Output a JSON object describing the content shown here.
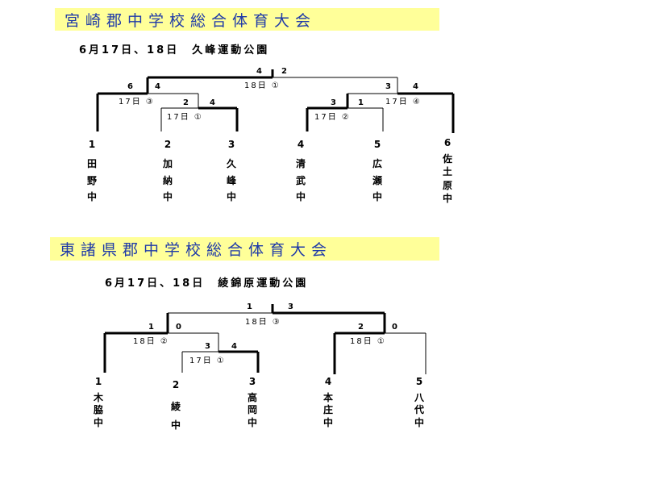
{
  "miyazaki": {
    "title": "宮崎郡中学校総合体育大会",
    "subtitle": "6月17日、18日　久峰運動公園",
    "teams": [
      {
        "num": "1",
        "name": "田\n野\n中"
      },
      {
        "num": "2",
        "name": "加\n納\n中"
      },
      {
        "num": "3",
        "name": "久\n峰\n中"
      },
      {
        "num": "4",
        "name": "清\n武\n中"
      },
      {
        "num": "5",
        "name": "広\n瀬\n中"
      },
      {
        "num": "6",
        "name": "佐\n土\n原\n中"
      }
    ],
    "scores": {
      "final_left": "4",
      "final_right": "2",
      "semi_left_a": "6",
      "semi_left_b": "4",
      "semi_right_a": "3",
      "semi_right_b": "4",
      "q1_a": "2",
      "q1_b": "4",
      "q2_a": "3",
      "q2_b": "1"
    },
    "dates": {
      "final": "18日 ①",
      "semi_left": "17日 ③",
      "semi_right": "17日 ④",
      "q1": "17日 ①",
      "q2": "17日 ②"
    }
  },
  "higashimorokata": {
    "title": "東諸県郡中学校総合体育大会",
    "subtitle": "6月17日、18日　綾錦原運動公園",
    "teams": [
      {
        "num": "1",
        "name": "木\n脇\n中"
      },
      {
        "num": "2",
        "name": "綾\n中"
      },
      {
        "num": "3",
        "name": "高\n岡\n中"
      },
      {
        "num": "4",
        "name": "本\n庄\n中"
      },
      {
        "num": "5",
        "name": "八\n代\n中"
      }
    ],
    "scores": {
      "final_left": "1",
      "final_right": "3",
      "semi_left_a": "1",
      "semi_left_b": "0",
      "semi_right_a": "2",
      "semi_right_b": "0",
      "q1_a": "3",
      "q1_b": "4"
    },
    "dates": {
      "final": "18日 ③",
      "semi_left": "18日 ②",
      "semi_right": "18日 ①",
      "q1": "17日 ①"
    }
  }
}
